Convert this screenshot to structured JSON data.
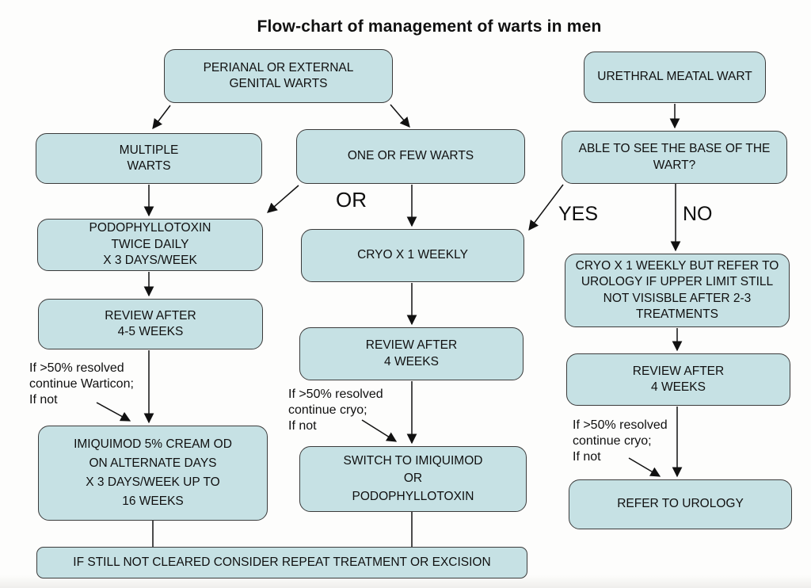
{
  "title": "Flow-chart of management of warts in men",
  "colors": {
    "node_fill": "#c6e1e4",
    "node_border": "#3b3b3b",
    "arrow": "#111111",
    "background": "#fdfdfc"
  },
  "nodes": {
    "perianal": {
      "label": "PERIANAL OR EXTERNAL\nGENITAL WARTS"
    },
    "urethral": {
      "label": "URETHRAL MEATAL WART"
    },
    "multiple": {
      "label": "MULTIPLE\nWARTS"
    },
    "one_or_few": {
      "label": "ONE OR FEW WARTS"
    },
    "see_base": {
      "label": "ABLE TO SEE THE BASE OF THE\nWART?"
    },
    "podophyllotoxin": {
      "label": "PODOPHYLLOTOXIN\nTWICE DAILY\nX 3 DAYS/WEEK"
    },
    "cryo_weekly": {
      "label": "CRYO X 1 WEEKLY"
    },
    "cryo_refer": {
      "label": "CRYO X 1 WEEKLY BUT REFER TO\nUROLOGY IF UPPER LIMIT STILL\nNOT VISISBLE AFTER 2-3\nTREATMENTS"
    },
    "review_4_5": {
      "label": "REVIEW AFTER\n4-5 WEEKS"
    },
    "review_4_mid": {
      "label": "REVIEW AFTER\n4 WEEKS"
    },
    "review_4_right": {
      "label": "REVIEW AFTER\n4 WEEKS"
    },
    "imiquimod": {
      "label": "IMIQUIMOD 5% CREAM OD\nON ALTERNATE DAYS\nX 3 DAYS/WEEK UP TO\n16 WEEKS"
    },
    "switch_treatment": {
      "label": "SWITCH TO IMIQUIMOD\nOR\nPODOPHYLLOTOXIN"
    },
    "refer_urology": {
      "label": "REFER TO UROLOGY"
    },
    "not_cleared": {
      "label": "IF STILL NOT CLEARED CONSIDER REPEAT TREATMENT OR EXCISION"
    }
  },
  "edge_labels": {
    "or": "OR",
    "yes": "YES",
    "no": "NO"
  },
  "notes": {
    "warticon": "If >50% resolved\ncontinue Warticon;\nIf not",
    "cryo_mid": "If >50% resolved\ncontinue cryo;\nIf not",
    "cryo_right": "If >50% resolved\ncontinue cryo;\nIf not"
  }
}
